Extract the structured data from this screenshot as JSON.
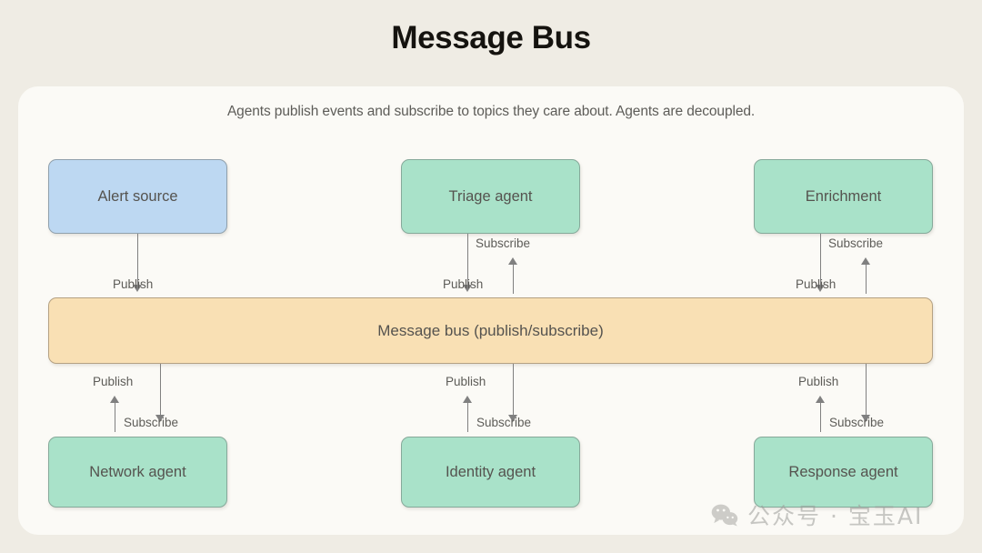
{
  "page": {
    "title": "Message Bus",
    "background_color": "#efece4",
    "card_background_color": "#fbfaf6"
  },
  "card": {
    "subtitle": "Agents publish events and subscribe to topics they care about. Agents are decoupled."
  },
  "diagram": {
    "type": "publish-subscribe-architecture",
    "colors": {
      "source_fill": "#bdd8f2",
      "agent_fill": "#a9e2c9",
      "bus_fill": "#f9e0b4",
      "node_border": "#8a9290",
      "connector": "#808080",
      "label_text": "#5d5c58"
    },
    "top_nodes": [
      {
        "label": "Alert source",
        "kind": "source",
        "edges": [
          "publish"
        ]
      },
      {
        "label": "Triage agent",
        "kind": "agent",
        "edges": [
          "publish",
          "subscribe"
        ]
      },
      {
        "label": "Enrichment",
        "kind": "agent",
        "edges": [
          "publish",
          "subscribe"
        ]
      }
    ],
    "bus": {
      "label": "Message bus (publish/subscribe)"
    },
    "bottom_nodes": [
      {
        "label": "Network agent",
        "kind": "agent",
        "edges": [
          "publish",
          "subscribe"
        ]
      },
      {
        "label": "Identity agent",
        "kind": "agent",
        "edges": [
          "publish",
          "subscribe"
        ]
      },
      {
        "label": "Response agent",
        "kind": "agent",
        "edges": [
          "publish",
          "subscribe"
        ]
      }
    ],
    "edge_labels": {
      "publish": "Publish",
      "subscribe": "Subscribe"
    }
  },
  "watermark": {
    "text": "公众号 · 宝玉AI",
    "icon": "wechat-icon"
  }
}
